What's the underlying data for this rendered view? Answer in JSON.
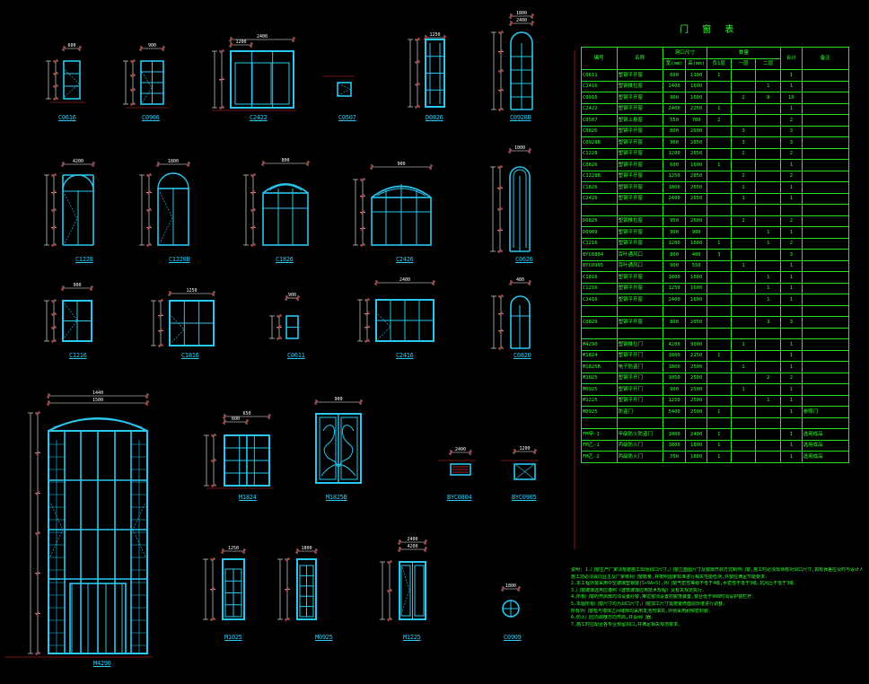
{
  "colors": {
    "background": "#000000",
    "frame": "#29c8f0",
    "dimension": "#ffffff",
    "dimension_tick": "#e03030",
    "table": "#32ff32",
    "label": "#29c8f0",
    "leader": "#e03030"
  },
  "elevations": [
    {
      "label": "C0616"
    },
    {
      "label": "C0906"
    },
    {
      "label": "C2422"
    },
    {
      "label": "C0507"
    },
    {
      "label": "D0826"
    },
    {
      "label": "C0928B"
    },
    {
      "label": "C1228"
    },
    {
      "label": "C1228B"
    },
    {
      "label": "C1826"
    },
    {
      "label": "C2426"
    },
    {
      "label": "C0626"
    },
    {
      "label": "C1216"
    },
    {
      "label": "C1816"
    },
    {
      "label": "C0611"
    },
    {
      "label": "C2416"
    },
    {
      "label": "C0820"
    },
    {
      "label": "M4290"
    },
    {
      "label": "M1824"
    },
    {
      "label": "M1825B"
    },
    {
      "label": "BYC0804"
    },
    {
      "label": "BYC0905"
    },
    {
      "label": "M1025"
    },
    {
      "label": "M0925"
    },
    {
      "label": "M1225"
    },
    {
      "label": "C0909"
    }
  ],
  "dimensions": [
    "600",
    "900",
    "2400",
    "1200",
    "1250",
    "1800",
    "2400",
    "4200",
    "1800",
    "800",
    "900",
    "1000",
    "900",
    "1250",
    "900",
    "2400",
    "480",
    "1440",
    "1500",
    "650"
  ],
  "table": {
    "title": "门 窗 表",
    "headers": {
      "code": "编号",
      "name": "名称",
      "size": "洞口尺寸",
      "width": "宽(mm)",
      "height": "高(mm)",
      "qty": "数量",
      "q1": "负1层",
      "q2": "一层",
      "q3": "二层",
      "total": "合计",
      "remark": "备注"
    },
    "rows": [
      [
        "C0611",
        "塑钢平开窗",
        "600",
        "1100",
        "1",
        "",
        "",
        "1",
        ""
      ],
      [
        "C2416",
        "塑钢推拉窗",
        "2400",
        "1600",
        "",
        "",
        "1",
        "1",
        ""
      ],
      [
        "C0916",
        "塑钢平开窗",
        "900",
        "1600",
        "",
        "2",
        "8",
        "10",
        ""
      ],
      [
        "C2422",
        "塑钢平开窗",
        "2400",
        "2250",
        "1",
        "",
        "",
        "1",
        ""
      ],
      [
        "C0507",
        "塑钢上悬窗",
        "550",
        "700",
        "2",
        "",
        "",
        "2",
        ""
      ],
      [
        "C0826",
        "塑钢平开窗",
        "800",
        "2600",
        "",
        "3",
        "",
        "3",
        ""
      ],
      [
        "C0928B",
        "塑钢平开窗",
        "900",
        "2850",
        "",
        "3",
        "",
        "3",
        ""
      ],
      [
        "C1228",
        "塑钢平开窗",
        "1200",
        "2850",
        "",
        "2",
        "",
        "2",
        ""
      ],
      [
        "C0626",
        "塑钢平开窗",
        "600",
        "1600",
        "1",
        "",
        "",
        "1",
        ""
      ],
      [
        "C1228B",
        "塑钢平开窗",
        "1250",
        "2850",
        "",
        "2",
        "",
        "2",
        ""
      ],
      [
        "C1826",
        "塑钢平开窗",
        "1800",
        "2650",
        "",
        "1",
        "",
        "1",
        ""
      ],
      [
        "C2426",
        "塑钢平开窗",
        "2400",
        "2650",
        "",
        "1",
        "",
        "1",
        ""
      ],
      [
        "",
        "",
        " ",
        " ",
        "",
        "",
        "",
        "",
        ""
      ],
      [
        "D0826",
        "塑钢推拉窗",
        "950",
        "2600",
        "",
        "2",
        "",
        "2",
        ""
      ],
      [
        "D0909",
        "塑钢平开窗",
        "900",
        "900",
        "",
        "",
        "1",
        "1",
        ""
      ],
      [
        "C1216",
        "塑钢平开窗",
        "1200",
        "1600",
        "1",
        "",
        "1",
        "2",
        ""
      ],
      [
        "BYC0804",
        "百叶通风口",
        "800",
        "400",
        "3",
        "",
        "",
        "3",
        ""
      ],
      [
        "BYC0905",
        "百叶通风口",
        "900",
        "550",
        "",
        "1",
        "",
        "1",
        ""
      ],
      [
        "C1816",
        "塑钢平开窗",
        "1800",
        "1600",
        "",
        "",
        "1",
        "1",
        ""
      ],
      [
        "C1216",
        "塑钢平开窗",
        "1250",
        "1600",
        "",
        "",
        "1",
        "1",
        ""
      ],
      [
        "C2416",
        "塑钢平开窗",
        "2400",
        "1600",
        "",
        "",
        "1",
        "1",
        ""
      ],
      [
        "",
        "",
        " ",
        " ",
        "",
        "",
        "",
        "",
        ""
      ],
      [
        "C0820",
        "塑钢平开窗",
        "800",
        "2050",
        "",
        "",
        "3",
        "3",
        ""
      ],
      [
        "",
        "",
        " ",
        " ",
        "",
        "",
        "",
        "",
        ""
      ],
      [
        "M4290",
        "塑钢推拉门",
        "4200",
        "9000",
        "",
        "1",
        "",
        "1",
        ""
      ],
      [
        "M1824",
        "塑钢平开门",
        "1800",
        "2250",
        "1",
        "",
        "",
        "1",
        ""
      ],
      [
        "M1825B",
        "电子防盗门",
        "1800",
        "2500",
        "",
        "1",
        "",
        "1",
        ""
      ],
      [
        "M1025",
        "塑钢平开门",
        "1050",
        "2500",
        "",
        "",
        "2",
        "2",
        ""
      ],
      [
        "M0925",
        "塑钢平开门",
        "900",
        "2500",
        "",
        "1",
        "",
        "1",
        ""
      ],
      [
        "M1225",
        "塑钢平开门",
        "1250",
        "2500",
        "",
        "",
        "1",
        "1",
        ""
      ],
      [
        "M0925",
        "防盗门",
        "5400",
        "2500",
        "1",
        "",
        "",
        "1",
        "参照门"
      ],
      [
        "",
        "",
        " ",
        " ",
        "",
        "",
        "",
        "",
        ""
      ],
      [
        "FM甲-1",
        "甲级防火防盗门",
        "1000",
        "2400",
        "1",
        "",
        "",
        "1",
        "选用成品"
      ],
      [
        "FM乙-1",
        "丙级防火门",
        "1800",
        "1800",
        "1",
        "",
        "",
        "1",
        "选用成品"
      ],
      [
        "FM乙-2",
        "丙级防火门",
        "700",
        "1800",
        "1",
        "",
        "",
        "1",
        "选用成品"
      ]
    ]
  },
  "notes": [
    "说明: 1.门窗生产厂家须根据施工现场洞口尺寸,门窗立面图尺寸及窗扇开启方式制作门窗,施工时必须现场核对洞口尺寸,如有误差应及时与设计人员联系.",
    "   施工前必须会同业主及厂家核对门窗数量,并按照国家标准进行相关性能检测,外窗应满足节能要求.",
    "2.本工程外窗采用中空玻璃塑钢窗(5+9A+5),外门窗气密性等级不低于4级,水密性不低于3级,抗风压不低于3级.",
    "3.门窗玻璃选用应遵照《建筑玻璃应用技术规程》及有关规定执行.",
    "4.所有门窗的开启扇均须设置纱窗,推拉窗须设置防脱落装置,窗台低于900时须设护窗栏杆.",
    "5.本图所有门窗尺寸均为洞口尺寸,门窗加工尺寸需按装修面层厚度进行调整.",
    "   所有外门窗框与墙体之间缝隙均采用发泡剂填充,外侧采用耐候密封胶.",
    "6.防火门应向疏散方向开启,并设闭门器.",
    "7.施工时应配合各专业预留洞口,并满足相关规范要求."
  ]
}
